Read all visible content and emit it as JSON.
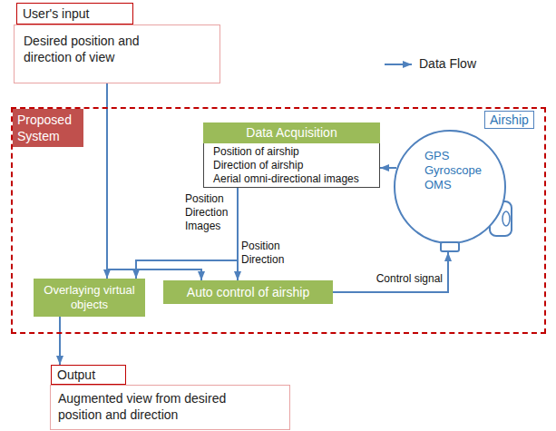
{
  "diagram": {
    "nodes": [
      {
        "text": [
          "User's input",
          "Desired position and direction of view"
        ]
      },
      {
        "text": [
          "Proposed System"
        ]
      },
      {
        "text": [
          "Data Acquisition",
          "Position of airship",
          "Direction of airship",
          "Aerial omni-directional images"
        ],
        "in": 1
      },
      {
        "text": [
          "Airship",
          "GPS",
          "Gyroscope",
          "OMS"
        ],
        "in": 1
      },
      {
        "text": [
          "Overlaying virtual objects"
        ],
        "in": 1
      },
      {
        "text": [
          "Auto control of airship"
        ],
        "in": 1
      },
      {
        "text": [
          "Output",
          "Augmented view from desired position and direction"
        ]
      }
    ],
    "edges": [
      {
        "from": 0,
        "to": 4,
        "arrow": "to"
      },
      {
        "from": 0,
        "to": 5,
        "arrow": "to"
      },
      {
        "from": 2,
        "to": 4,
        "label": "Position Direction Images",
        "arrow": "to"
      },
      {
        "from": 2,
        "to": 5,
        "label": "Position Direction",
        "arrow": "to"
      },
      {
        "from": 3,
        "to": 2,
        "arrow": "to"
      },
      {
        "from": 5,
        "to": 3,
        "label": "Control signal",
        "arrow": "to"
      },
      {
        "from": 4,
        "to": 6,
        "arrow": "to"
      }
    ],
    "legend": [
      {
        "text": "Data Flow"
      }
    ]
  }
}
